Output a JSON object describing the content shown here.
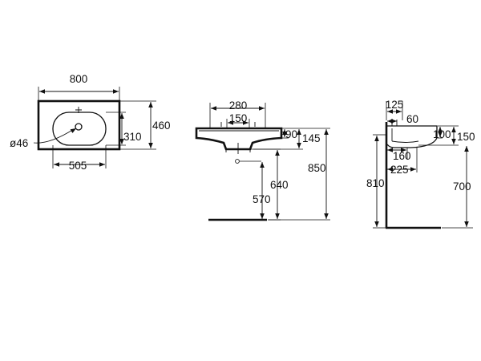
{
  "top_view": {
    "width_label": "800",
    "depth_label": "460",
    "bowl_depth_label": "310",
    "bowl_width_label": "505",
    "hole_diameter_label": "ø46"
  },
  "front_view": {
    "tap_span_label": "280",
    "tap_inner_label": "150",
    "rim_height_label": "90",
    "overall_height_label": "145",
    "waste_height_label": "640",
    "trap_height_label": "570",
    "mounting_height_label": "850"
  },
  "side_view": {
    "offset_a_label": "125",
    "offset_b_label": "60",
    "top_height_label": "100",
    "top_total_label": "150",
    "projection_a_label": "160",
    "projection_b_label": "225",
    "wall_height_label": "810",
    "floor_height_label": "700"
  },
  "colors": {
    "line": "#111111",
    "background": "#ffffff"
  }
}
